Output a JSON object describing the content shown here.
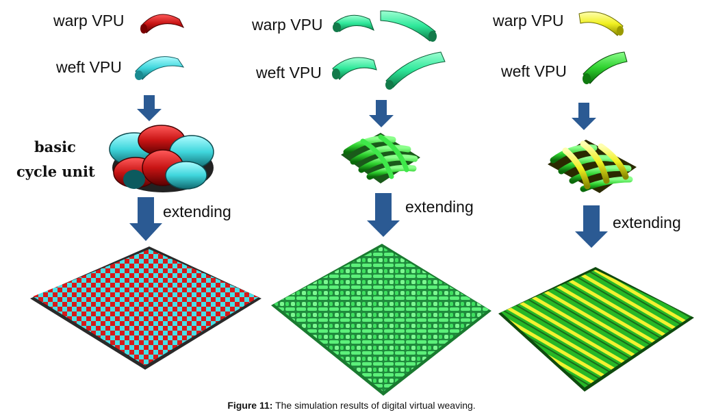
{
  "colors": {
    "arrow": "#2b5a93",
    "red_yarn": "#c81414",
    "cyan_yarn": "#3fd6dc",
    "mint_yarn": "#2fe89a",
    "green_yarn": "#2fd12f",
    "yellow_yarn": "#f0f020"
  },
  "panels": [
    {
      "warp_label": "warp VPU",
      "weft_label": "weft VPU",
      "unit_label_line1": "basic",
      "unit_label_line2": "cycle unit",
      "extend_label": "extending"
    },
    {
      "warp_label": "warp VPU",
      "weft_label": "weft VPU",
      "extend_label": "extending"
    },
    {
      "warp_label": "warp VPU",
      "weft_label": "weft VPU",
      "extend_label": "extending"
    }
  ],
  "caption": {
    "prefix": "Figure 11:",
    "text": " The simulation results of digital virtual weaving."
  }
}
